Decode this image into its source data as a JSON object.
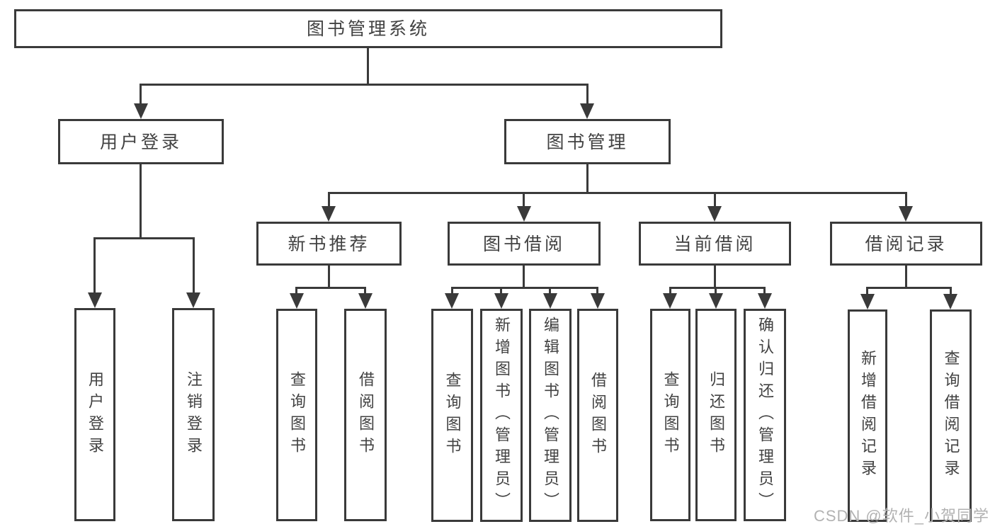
{
  "tree": {
    "label": "图书管理系统",
    "children": [
      {
        "label": "用户登录",
        "children": [
          {
            "label": "用户登录"
          },
          {
            "label": "注销登录"
          }
        ]
      },
      {
        "label": "图书管理",
        "children": [
          {
            "label": "新书推荐",
            "children": [
              {
                "label": "查询图书"
              },
              {
                "label": "借阅图书"
              }
            ]
          },
          {
            "label": "图书借阅",
            "children": [
              {
                "label": "查询图书"
              },
              {
                "label": "新增图书（管理员）"
              },
              {
                "label": "编辑图书（管理员）"
              },
              {
                "label": "借阅图书"
              }
            ]
          },
          {
            "label": "当前借阅",
            "children": [
              {
                "label": "查询图书"
              },
              {
                "label": "归还图书"
              },
              {
                "label": "确认归还（管理员）"
              }
            ]
          },
          {
            "label": "借阅记录",
            "children": [
              {
                "label": "新增借阅记录"
              },
              {
                "label": "查询借阅记录"
              }
            ]
          }
        ]
      }
    ]
  },
  "watermark": "CSDN @软件_小贺同学",
  "colors": {
    "background": "#ffffff",
    "line": "#3a3a3a",
    "box_border": "#3a3a3a",
    "text": "#424242",
    "watermark": "#b2b2b2"
  }
}
